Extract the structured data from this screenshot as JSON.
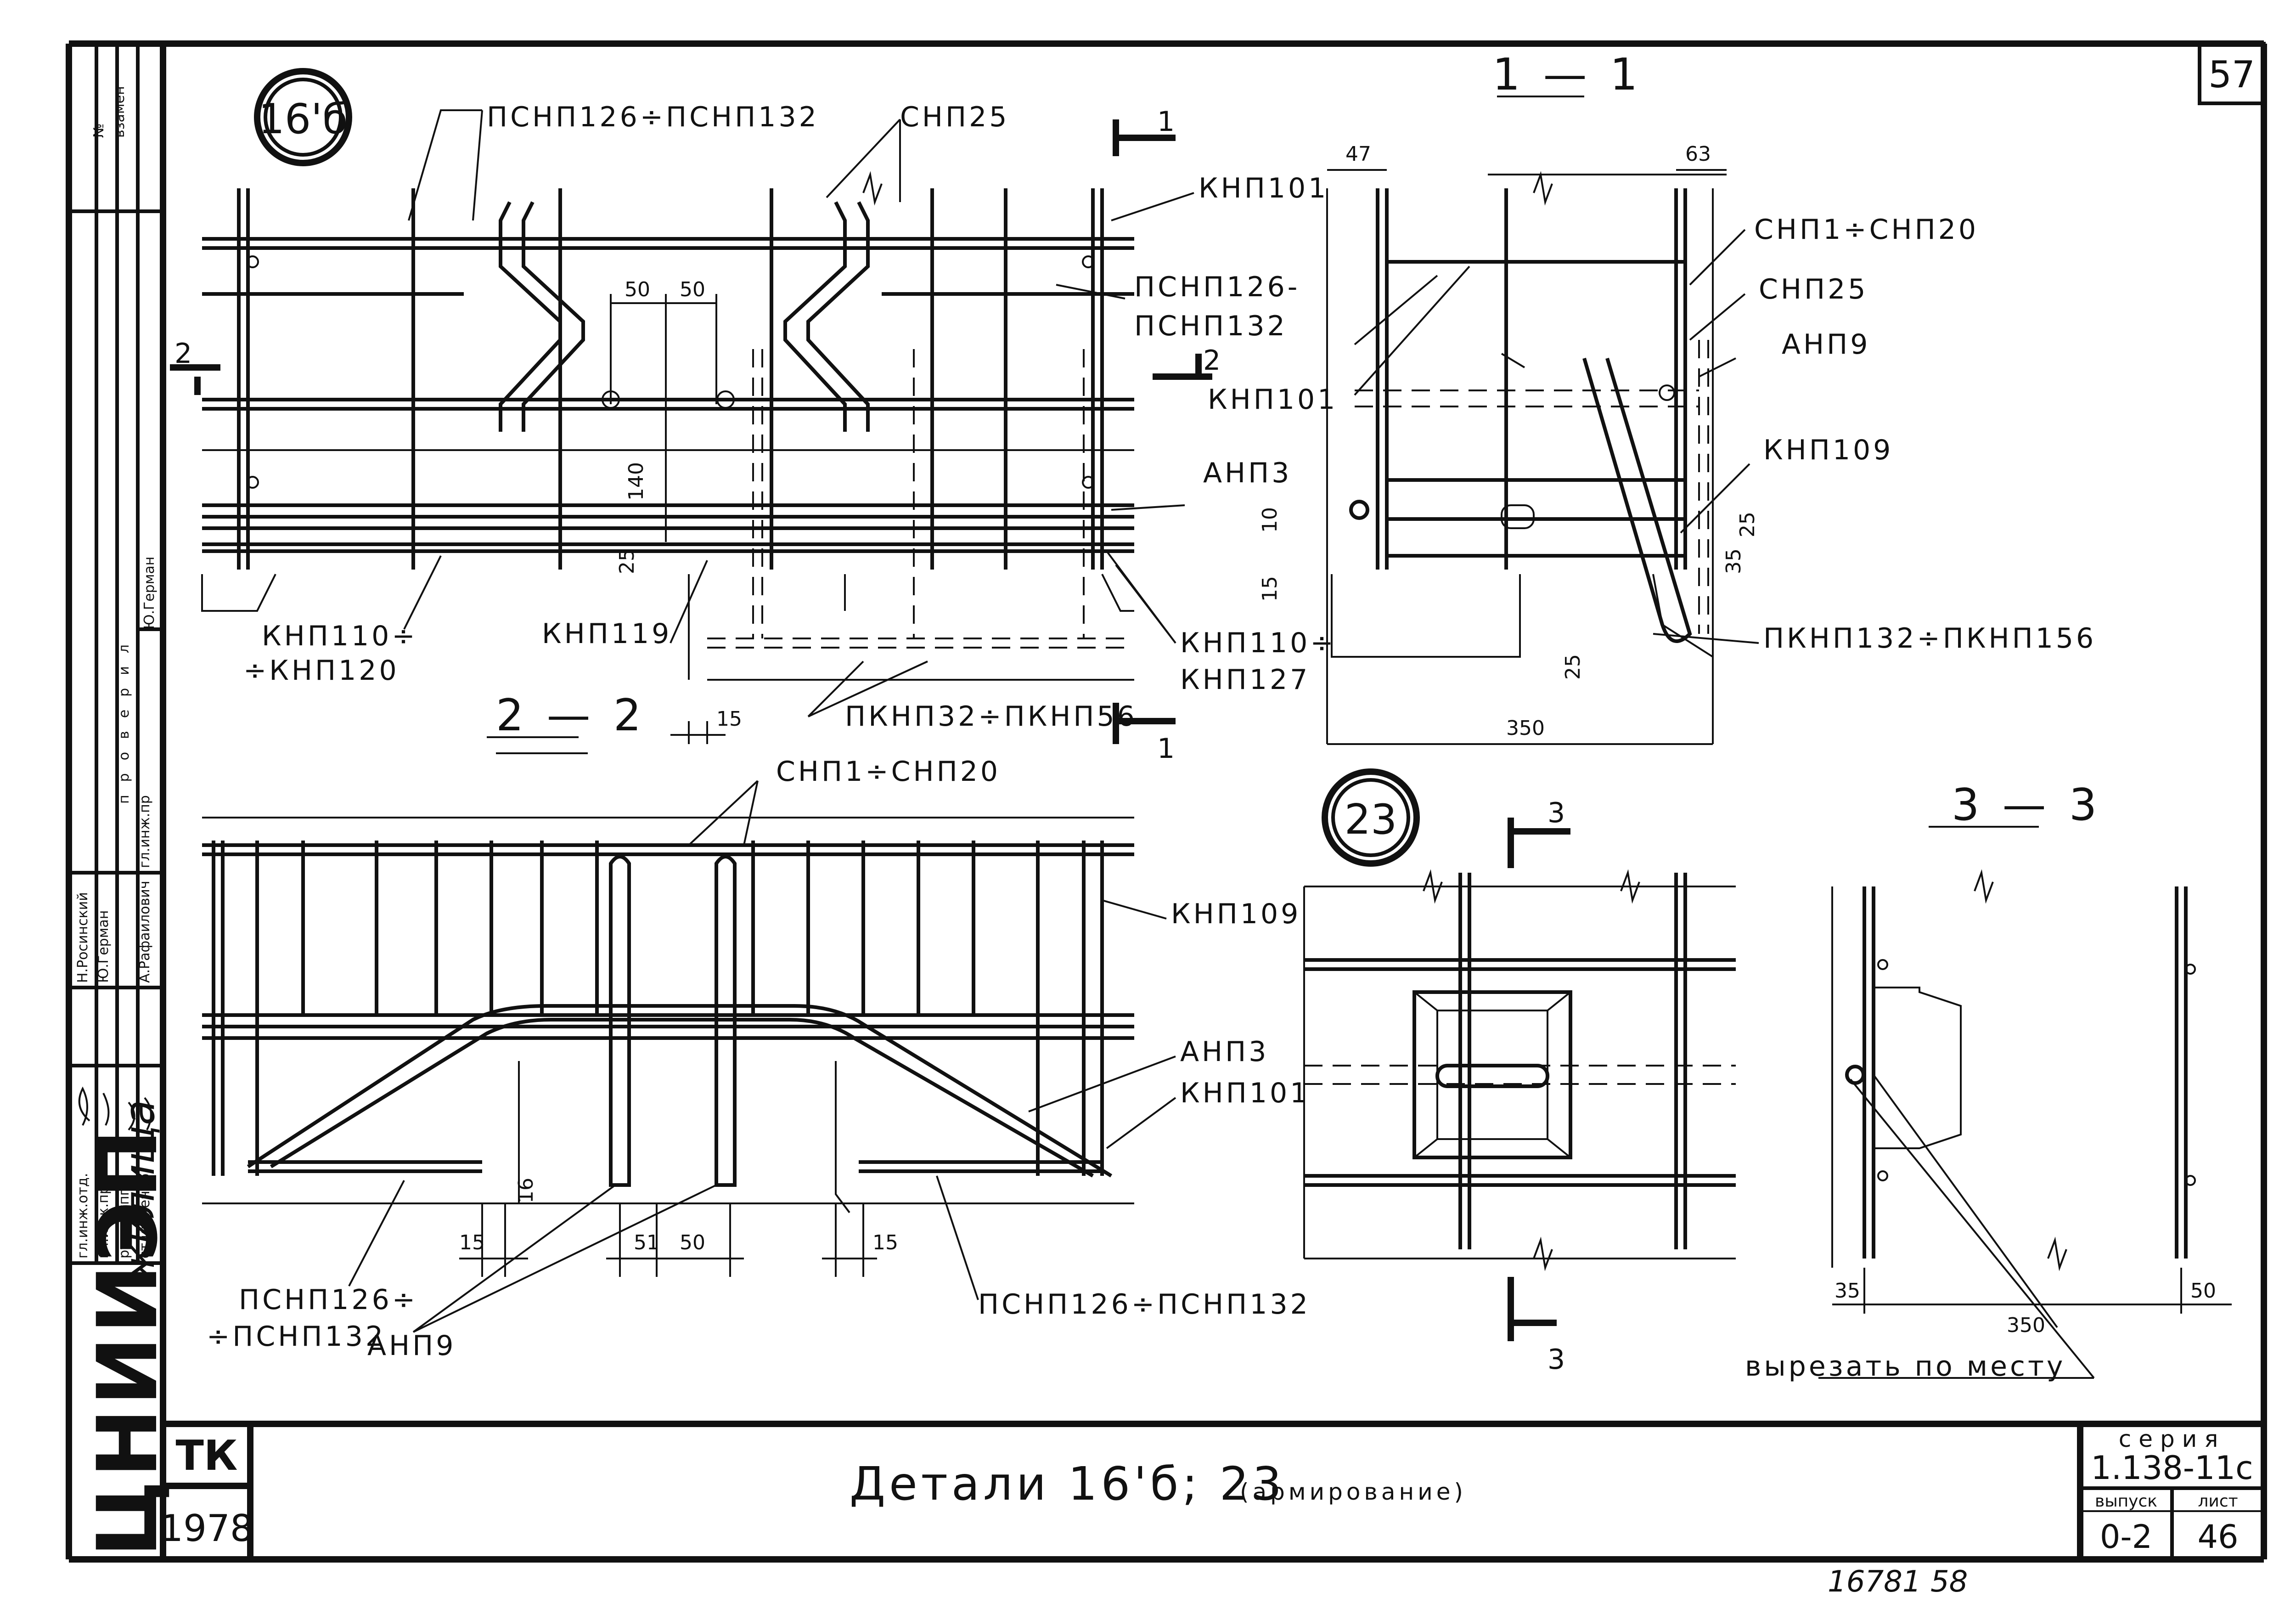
{
  "sheet": {
    "top_right_number": "57",
    "bottom_number": "16781 58",
    "title": "Детали 16'б; 23",
    "title_note": "(армирование)",
    "org_block": "ЦНИИЭП",
    "org_sub": "жилища",
    "tk": "ТК",
    "year": "1978",
    "series_label": "серия",
    "series_value": "1.138-11с",
    "issue_label": "выпуск",
    "issue_value": "0-2",
    "sheet_label": "лист",
    "sheet_value": "46"
  },
  "stamp": {
    "col_top": [
      "№",
      "взамен"
    ],
    "checked_header": "проверил",
    "checked_name": "Ю.Герман",
    "roles": [
      "гл.инж.отд.",
      "гл.инж.пр.",
      "рук.группы",
      "ст.инженер"
    ],
    "names": [
      "Н.Росинский",
      "Ю.Герман",
      "А.Рафаилович",
      "гл.инж.пр"
    ]
  },
  "detail_16b": {
    "marker": "16'б",
    "labels": [
      "ПСНП126÷ПСНП132",
      "СНП25",
      "КНП101",
      "ПСНП126-",
      "ПСНП132",
      "АНП3",
      "КНП110÷",
      "÷КНП120",
      "КНП119",
      "КНП110÷",
      "КНП127",
      "ПКНП32÷ПКНП56"
    ],
    "dims": [
      "50",
      "50",
      "140",
      "25",
      "15"
    ],
    "cut_marks": [
      "1",
      "2",
      "2",
      "1"
    ]
  },
  "section_1_1": {
    "title": "1 — 1",
    "labels": [
      "СНП1÷СНП20",
      "СНП25",
      "АНП9",
      "КНП101",
      "КНП109",
      "ПКНП132÷ПКНП156"
    ],
    "dims": [
      "47",
      "63",
      "10",
      "15",
      "25",
      "35",
      "25",
      "350"
    ]
  },
  "section_2_2": {
    "title": "2 — 2",
    "labels": [
      "СНП1÷СНП20",
      "КНП109",
      "АНП3",
      "КНП101",
      "ПСНП126÷",
      "÷ПСНП132",
      "АНП9",
      "ПСНП126÷ПСНП132"
    ],
    "dims": [
      "15",
      "16",
      "51",
      "50",
      "15"
    ]
  },
  "detail_23": {
    "marker": "23",
    "cut_marks": [
      "3",
      "3"
    ]
  },
  "section_3_3": {
    "title": "3 — 3",
    "dims": [
      "35",
      "350",
      "50"
    ],
    "note": "вырезать по месту"
  }
}
